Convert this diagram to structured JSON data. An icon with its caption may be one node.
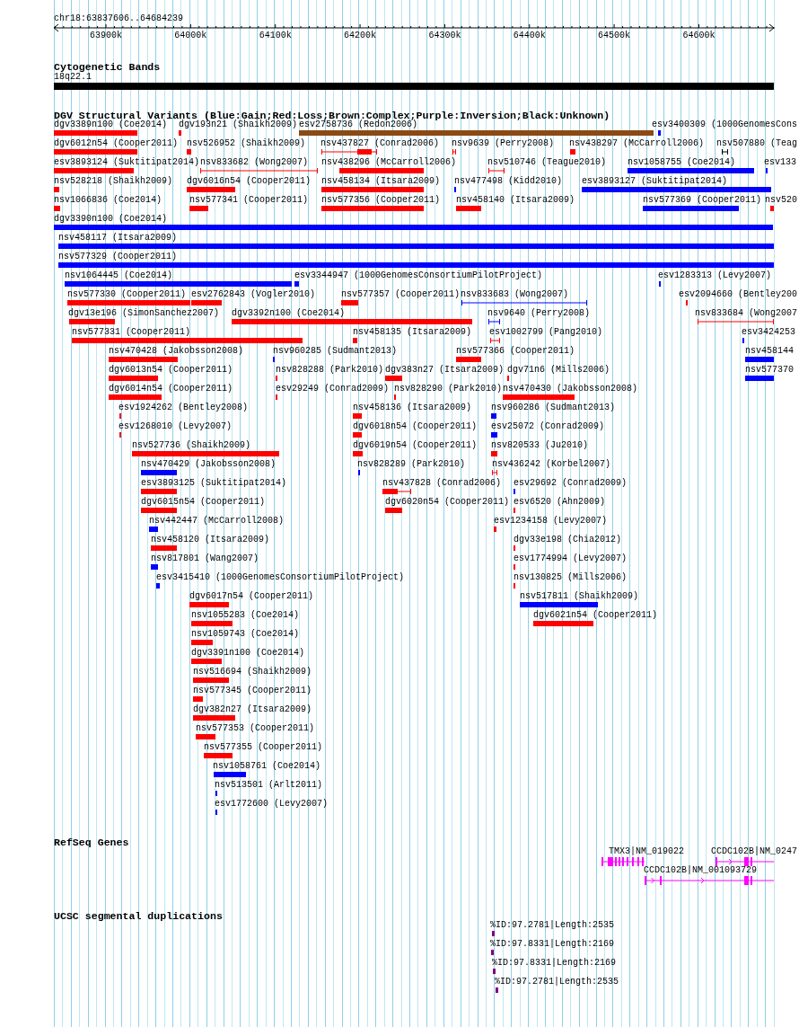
{
  "diagram": {
    "nodes": [
      {
        "text": [
          "18q22.1"
        ]
      },
      {
        "text": [
          "dgv3389n100 (Coe2014)"
        ]
      },
      {
        "text": [
          "dgv193n21 (Shaikh2009)"
        ]
      },
      {
        "text": [
          "esv2758736 (Redon2006)"
        ]
      },
      {
        "text": [
          "esv3400309 (1000GenomesCons"
        ]
      },
      {
        "text": [
          "dgv6012n54 (Cooper2011)"
        ]
      },
      {
        "text": [
          "nsv526952 (Shaikh2009)"
        ]
      },
      {
        "text": [
          "nsv437827 (Conrad2006)"
        ]
      },
      {
        "text": [
          "nsv9639 (Perry2008)"
        ]
      },
      {
        "text": [
          "nsv438297 (McCarroll2006)"
        ]
      },
      {
        "text": [
          "nsv507880 (Teag"
        ]
      },
      {
        "text": [
          "esv3893124 (Suktitipat2014)"
        ]
      },
      {
        "text": [
          "nsv833682 (Wong2007)"
        ]
      },
      {
        "text": [
          "nsv438296 (McCarroll2006)"
        ]
      },
      {
        "text": [
          "nsv510746 (Teague2010)"
        ]
      },
      {
        "text": [
          "nsv1058755 (Coe2014)"
        ]
      },
      {
        "text": [
          "esv133"
        ]
      },
      {
        "text": [
          "nsv528218 (Shaikh2009)"
        ]
      },
      {
        "text": [
          "dgv6016n54 (Cooper2011)"
        ]
      },
      {
        "text": [
          "nsv458134 (Itsara2009)"
        ]
      },
      {
        "text": [
          "nsv477498 (Kidd2010)"
        ]
      },
      {
        "text": [
          "esv3893127 (Suktitipat2014)"
        ]
      },
      {
        "text": [
          "nsv1066836 (Coe2014)"
        ]
      },
      {
        "text": [
          "nsv577341 (Cooper2011)"
        ]
      },
      {
        "text": [
          "nsv577356 (Cooper2011)"
        ]
      },
      {
        "text": [
          "nsv458140 (Itsara2009)"
        ]
      },
      {
        "text": [
          "nsv577369 (Cooper2011)"
        ]
      },
      {
        "text": [
          "nsv520"
        ]
      },
      {
        "text": [
          "dgv3390n100 (Coe2014)"
        ]
      },
      {
        "text": [
          "nsv458117 (Itsara2009)"
        ]
      },
      {
        "text": [
          "nsv577329 (Cooper2011)"
        ]
      },
      {
        "text": [
          "nsv1064445 (Coe2014)"
        ]
      },
      {
        "text": [
          "esv3344947 (1000GenomesConsortiumPilotProject)"
        ]
      },
      {
        "text": [
          "esv1283313 (Levy2007)"
        ]
      },
      {
        "text": [
          "nsv577330 (Cooper2011)"
        ]
      },
      {
        "text": [
          "esv2762843 (Vogler2010)"
        ]
      },
      {
        "text": [
          "nsv577357 (Cooper2011)"
        ]
      },
      {
        "text": [
          "nsv833683 (Wong2007)"
        ]
      },
      {
        "text": [
          "esv2094660 (Bentley200"
        ]
      },
      {
        "text": [
          "dgv13e196 (SimonSanchez2007)"
        ]
      },
      {
        "text": [
          "dgv3392n100 (Coe2014)"
        ]
      },
      {
        "text": [
          "nsv9640 (Perry2008)"
        ]
      },
      {
        "text": [
          "nsv833684 (Wong2007"
        ]
      },
      {
        "text": [
          "nsv577331 (Cooper2011)"
        ]
      },
      {
        "text": [
          "nsv458135 (Itsara2009)"
        ]
      },
      {
        "text": [
          "esv1002799 (Pang2010)"
        ]
      },
      {
        "text": [
          "esv3424253"
        ]
      },
      {
        "text": [
          "nsv470428 (Jakobsson2008)"
        ]
      },
      {
        "text": [
          "nsv960285 (Sudmant2013)"
        ]
      },
      {
        "text": [
          "nsv577366 (Cooper2011)"
        ]
      },
      {
        "text": [
          "nsv458144"
        ]
      },
      {
        "text": [
          "dgv6013n54 (Cooper2011)"
        ]
      },
      {
        "text": [
          "nsv828288 (Park2010)"
        ]
      },
      {
        "text": [
          "dgv383n27 (Itsara2009)"
        ]
      },
      {
        "text": [
          "dgv71n6 (Mills2006)"
        ]
      },
      {
        "text": [
          "nsv577370"
        ]
      },
      {
        "text": [
          "dgv6014n54 (Cooper2011)"
        ]
      },
      {
        "text": [
          "esv29249 (Conrad2009)"
        ]
      },
      {
        "text": [
          "nsv828290 (Park2010)"
        ]
      },
      {
        "text": [
          "nsv470430 (Jakobsson2008)"
        ]
      },
      {
        "text": [
          "esv1924262 (Bentley2008)"
        ]
      },
      {
        "text": [
          "nsv458136 (Itsara2009)"
        ]
      },
      {
        "text": [
          "nsv960286 (Sudmant2013)"
        ]
      },
      {
        "text": [
          "esv1268010 (Levy2007)"
        ]
      },
      {
        "text": [
          "dgv6018n54 (Cooper2011)"
        ]
      },
      {
        "text": [
          "esv25072 (Conrad2009)"
        ]
      },
      {
        "text": [
          "nsv527736 (Shaikh2009)"
        ]
      },
      {
        "text": [
          "dgv6019n54 (Cooper2011)"
        ]
      },
      {
        "text": [
          "nsv820533 (Ju2010)"
        ]
      },
      {
        "text": [
          "nsv470429 (Jakobsson2008)"
        ]
      },
      {
        "text": [
          "nsv828289 (Park2010)"
        ]
      },
      {
        "text": [
          "nsv436242 (Korbel2007)"
        ]
      },
      {
        "text": [
          "esv3893125 (Suktitipat2014)"
        ]
      },
      {
        "text": [
          "nsv437828 (Conrad2006)"
        ]
      },
      {
        "text": [
          "esv29692 (Conrad2009)"
        ]
      },
      {
        "text": [
          "dgv6015n54 (Cooper2011)"
        ]
      },
      {
        "text": [
          "dgv6020n54 (Cooper2011)"
        ]
      },
      {
        "text": [
          "esv6520 (Ahn2009)"
        ]
      },
      {
        "text": [
          "nsv442447 (McCarroll2008)"
        ]
      },
      {
        "text": [
          "esv1234158 (Levy2007)"
        ]
      },
      {
        "text": [
          "nsv458120 (Itsara2009)"
        ]
      },
      {
        "text": [
          "dgv33e198 (Chia2012)"
        ]
      },
      {
        "text": [
          "nsv817801 (Wang2007)"
        ]
      },
      {
        "text": [
          "esv1774994 (Levy2007)"
        ]
      },
      {
        "text": [
          "esv3415410 (1000GenomesConsortiumPilotProject)"
        ]
      },
      {
        "text": [
          "nsv130825 (Mills2006)"
        ]
      },
      {
        "text": [
          "dgv6017n54 (Cooper2011)"
        ]
      },
      {
        "text": [
          "nsv517811 (Shaikh2009)"
        ]
      },
      {
        "text": [
          "nsv1055283 (Coe2014)"
        ]
      },
      {
        "text": [
          "dgv6021n54 (Cooper2011)"
        ]
      },
      {
        "text": [
          "nsv1059743 (Coe2014)"
        ]
      },
      {
        "text": [
          "dgv3391n100 (Coe2014)"
        ]
      },
      {
        "text": [
          "nsv516694 (Shaikh2009)"
        ]
      },
      {
        "text": [
          "nsv577345 (Cooper2011)"
        ]
      },
      {
        "text": [
          "dgv382n27 (Itsara2009)"
        ]
      },
      {
        "text": [
          "nsv577353 (Cooper2011)"
        ]
      },
      {
        "text": [
          "nsv577355 (Cooper2011)"
        ]
      },
      {
        "text": [
          "nsv1058761 (Coe2014)"
        ]
      },
      {
        "text": [
          "nsv513501 (Arlt2011)"
        ]
      },
      {
        "text": [
          "esv1772600 (Levy2007)"
        ]
      },
      {
        "text": [
          "TMX3|NM_019022"
        ]
      },
      {
        "text": [
          "CCDC102B|NM_0247"
        ]
      },
      {
        "text": [
          "CCDC102B|NM_001093729"
        ]
      },
      {
        "text": [
          "%ID:97.2781|Length:2535"
        ]
      },
      {
        "text": [
          "%ID:97.8331|Length:2169"
        ]
      },
      {
        "text": [
          "%ID:97.8331|Length:2169"
        ]
      },
      {
        "text": [
          "%ID:97.2781|Length:2535"
        ]
      }
    ],
    "labels": [
      "chr18:63837606..64684239",
      "63900k",
      "64000k",
      "64100k",
      "64200k",
      "64300k",
      "64400k",
      "64500k",
      "64600k",
      "Cytogenetic Bands",
      "DGV Structural Variants (Blue:Gain;Red:Loss;Brown:Complex;Purple:Inversion;Black:Unknown)",
      "RefSeq Genes",
      "UCSC segmental duplications"
    ]
  }
}
